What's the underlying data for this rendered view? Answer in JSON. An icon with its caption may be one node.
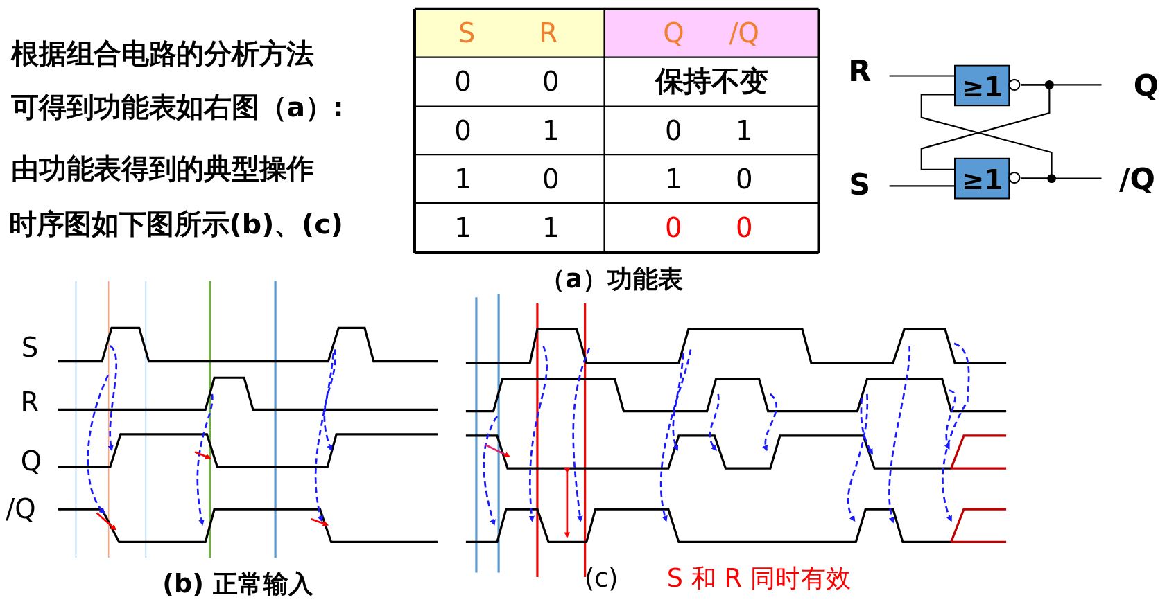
{
  "diagram": {
    "nodes": [
      {
        "text": [
          "R"
        ]
      },
      {
        "text": [
          "≥1"
        ]
      },
      {
        "text": [
          "Q"
        ]
      },
      {
        "text": [
          "S"
        ]
      },
      {
        "text": [
          "≥1"
        ]
      },
      {
        "text": [
          "/Q"
        ]
      }
    ],
    "edges": [
      {
        "from": 0,
        "to": 1,
        "arrow": "none"
      },
      {
        "from": 1,
        "to": 2,
        "arrow": "none"
      },
      {
        "from": 1,
        "to": 4,
        "arrow": "none"
      },
      {
        "from": 4,
        "to": 1,
        "arrow": "none"
      },
      {
        "from": 3,
        "to": 4,
        "arrow": "none"
      },
      {
        "from": 4,
        "to": 5,
        "arrow": "none"
      }
    ],
    "labels": [
      "根据组合电路的分析方法",
      "可得到功能表如右图（a）:",
      "由功能表得到的典型操作",
      "时序图如下图所示(b)、(c)",
      "S",
      "R",
      "Q",
      "/Q",
      "0",
      "0",
      "保持不变",
      "0",
      "1",
      "0",
      "1",
      "1",
      "0",
      "1",
      "0",
      "1",
      "1",
      "0",
      "0",
      "（a）功能表",
      "S",
      "R",
      "Q",
      "/Q",
      "(b)  正常输入",
      "(c)",
      "S 和 R 同时有效"
    ]
  }
}
